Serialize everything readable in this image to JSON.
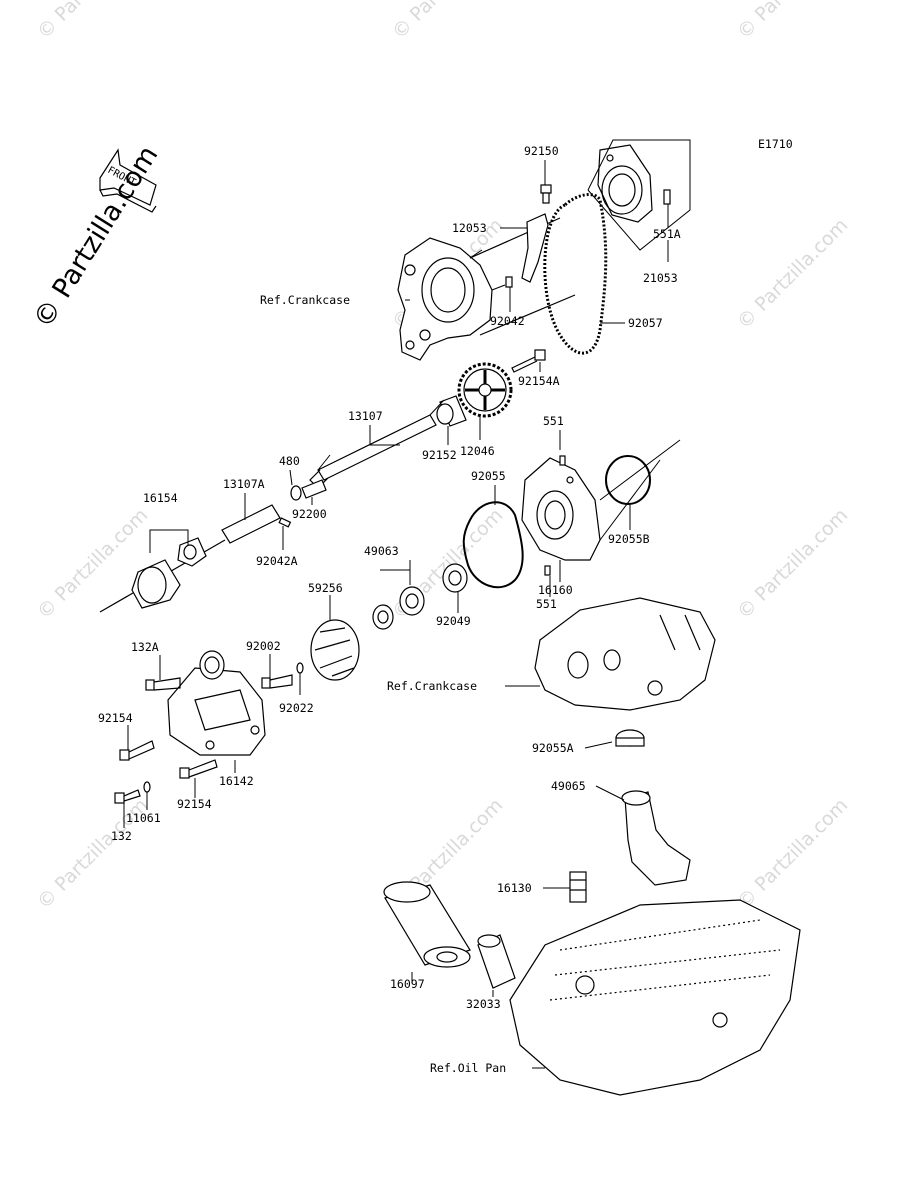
{
  "diagram_code": "E1710",
  "front_label": "FRONT",
  "watermark": "© Partzilla.com",
  "part_labels": {
    "p92150": "92150",
    "p12053": "12053",
    "p551A": "551A",
    "p21053": "21053",
    "p92042": "92042",
    "p92057": "92057",
    "ref_crankcase_top": "Ref.Crankcase",
    "p92154A": "92154A",
    "p13107": "13107",
    "p92152": "92152",
    "p12046": "12046",
    "p551_top": "551",
    "p480": "480",
    "p13107A": "13107A",
    "p16154": "16154",
    "p92200": "92200",
    "p92042A": "92042A",
    "p92055": "92055",
    "p92055B": "92055B",
    "p49063": "49063",
    "p16160": "16160",
    "p551_bottom": "551",
    "p59256": "59256",
    "p92049": "92049",
    "p132A": "132A",
    "p92002": "92002",
    "p92022": "92022",
    "ref_crankcase_mid": "Ref.Crankcase",
    "p92154_left": "92154",
    "p16142": "16142",
    "p92154_bottom": "92154",
    "p11061": "11061",
    "p132": "132",
    "p92055A": "92055A",
    "p49065": "49065",
    "p16130": "16130",
    "p16097": "16097",
    "p32033": "32033",
    "ref_oil_pan": "Ref.Oil Pan"
  }
}
